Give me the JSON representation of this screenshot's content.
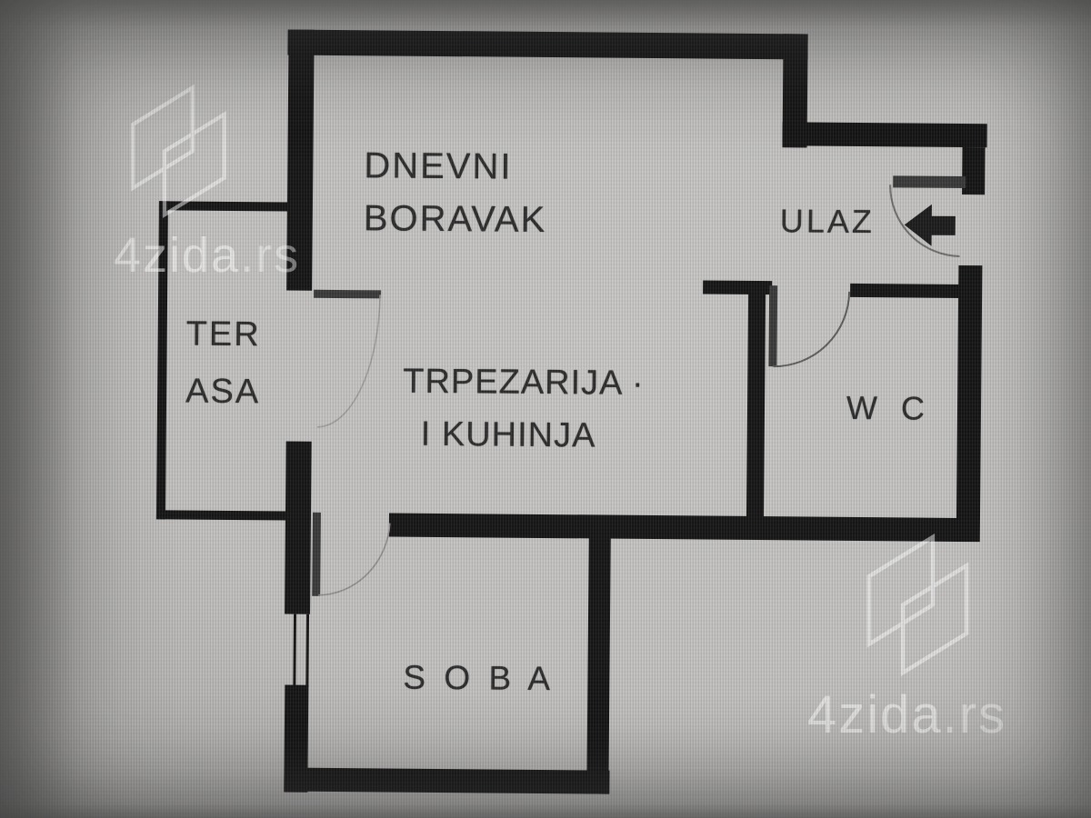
{
  "watermark": {
    "brand": "4zida",
    "tld": ".rs"
  },
  "plan": {
    "labels": {
      "living_line1": "DNEVNI",
      "living_line2": "BORAVAK",
      "entrance": "ULAZ",
      "terrace_line1": "TER",
      "terrace_line2": "ASA",
      "dining_line1": "TRPEZARIJA ·",
      "dining_line2": "I KUHINJA",
      "wc": "W C",
      "bedroom": "S O B A"
    }
  },
  "colors": {
    "wall": "#161616",
    "door": "#3a3a3a",
    "text": "#2d2d2d",
    "watermark": "#ffffff"
  }
}
